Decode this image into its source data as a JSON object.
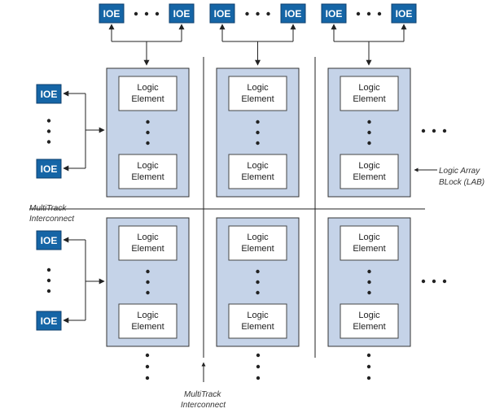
{
  "ioe_label": "IOE",
  "logic_element": {
    "line1": "Logic",
    "line2": "Element"
  },
  "lab_annotation": {
    "line1": "Logic Array",
    "line2": "BLock (LAB)"
  },
  "multitrack_left": {
    "line1": "MultiTrack",
    "line2": "Interconnect"
  },
  "multitrack_bottom": {
    "line1": "MultiTrack",
    "line2": "Interconnect"
  },
  "colors": {
    "ioe_fill": "#1565a6",
    "lab_fill": "#c5d3e8",
    "lab_stroke": "#333333",
    "line": "#222222"
  }
}
